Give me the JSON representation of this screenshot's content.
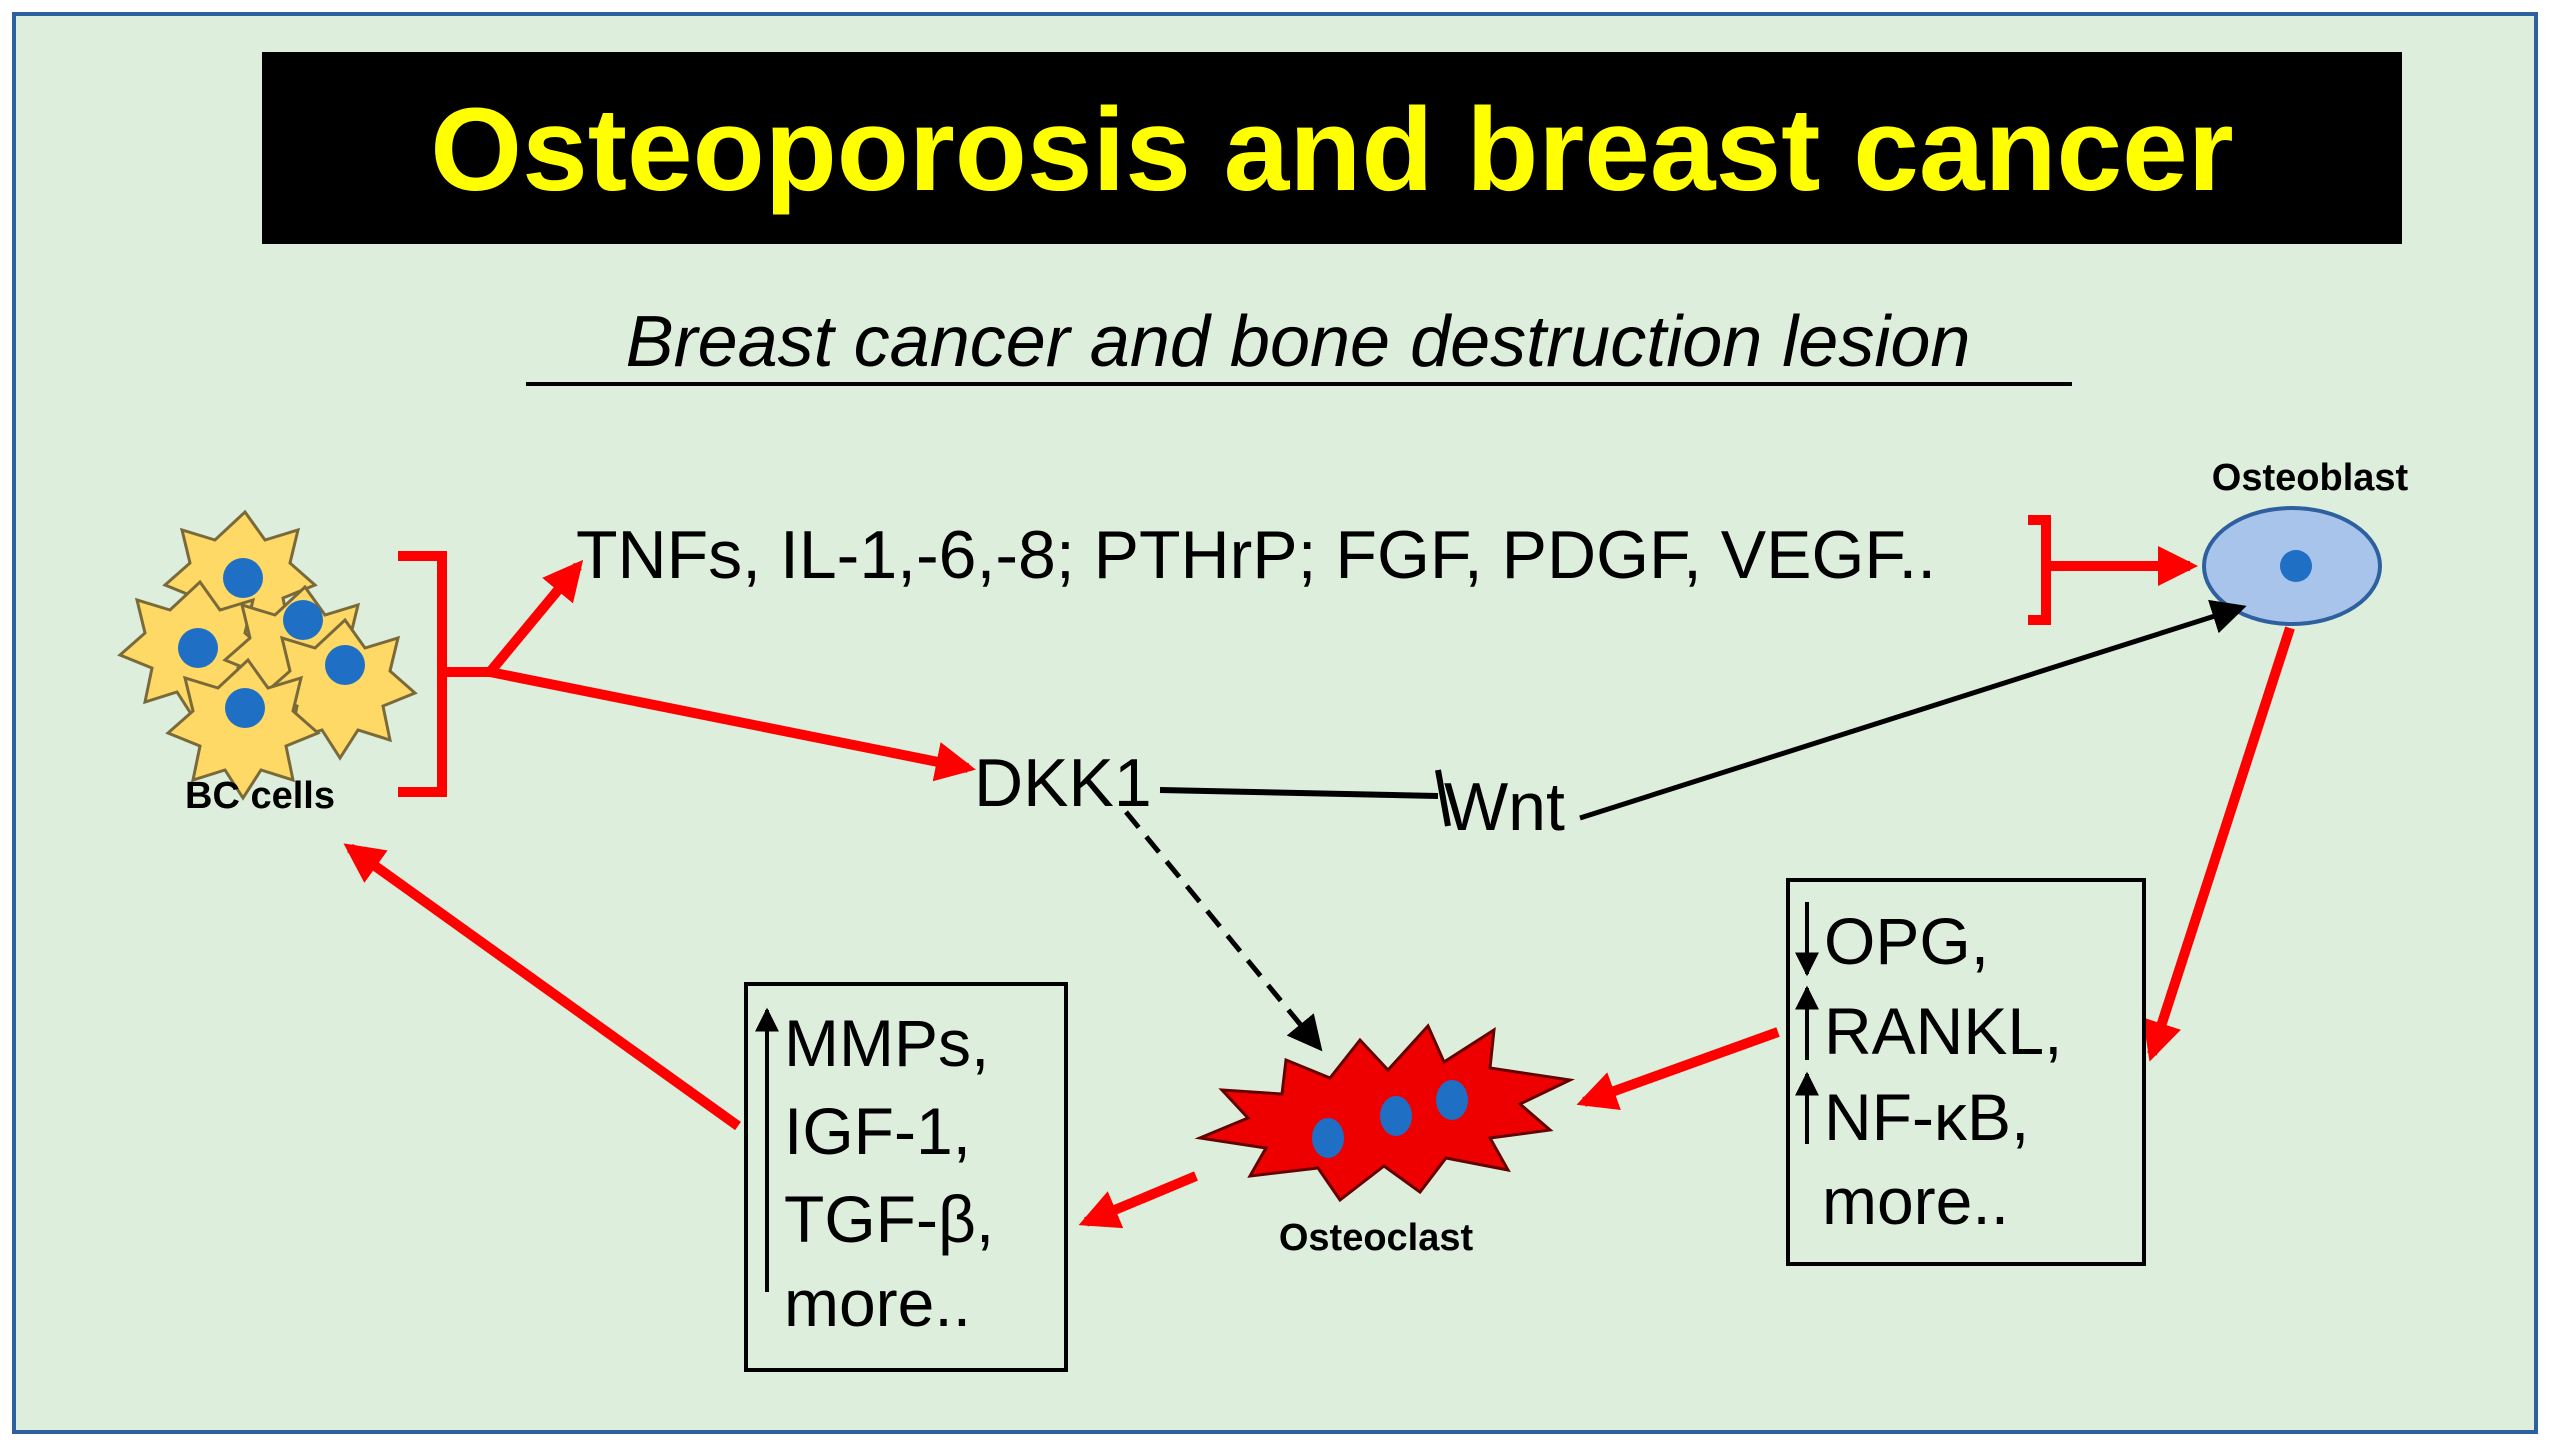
{
  "title": "Osteoporosis and breast cancer",
  "subtitle": "Breast cancer and bone destruction lesion",
  "labels": {
    "bc_cells": "BC cells",
    "osteoblast": "Osteoblast",
    "osteoclast": "Osteoclast",
    "factors": "TNFs, IL-1,-6,-8; PTHrP; FGF, PDGF, VEGF..",
    "dkk1": "DKK1",
    "wnt": "Wnt"
  },
  "box_right": [
    "OPG,",
    "RANKL,",
    "NF-κB,",
    "more.."
  ],
  "box_left": [
    "MMPs,",
    "IGF-1,",
    "TGF-β,",
    "more.."
  ],
  "colors": {
    "background": "#ddeedd",
    "frame": "#2e5f9e",
    "title_bg": "#000000",
    "title_text": "#ffff00",
    "red_arrow": "#ff0000",
    "cell_fill": "#ffd966",
    "nucleus": "#1f6fc4",
    "osteoblast_fill": "#a9c4ea",
    "osteoclast_fill": "#ee0000"
  }
}
